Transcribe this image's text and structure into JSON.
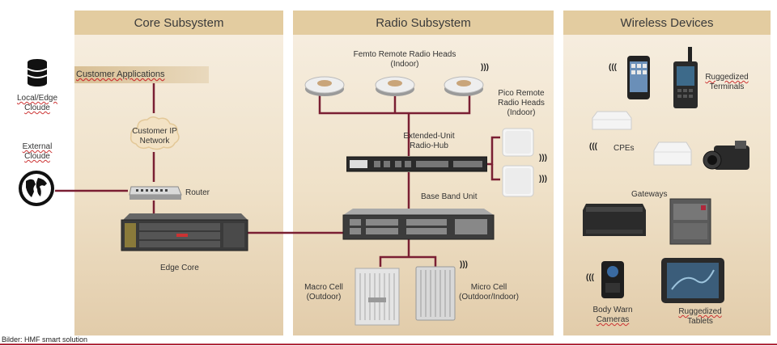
{
  "panels": {
    "core": "Core Subsystem",
    "radio": "Radio Subsystem",
    "wireless": "Wireless Devices"
  },
  "core": {
    "customer_apps": "Customer Applications",
    "local_edge": [
      "Local/Edge",
      "Cloude"
    ],
    "external": [
      "External",
      "Cloude"
    ],
    "customer_ip": [
      "Customer IP",
      "Network"
    ],
    "router": "Router",
    "edge_core": "Edge Core"
  },
  "radio": {
    "femto": [
      "Femto Remote Radio Heads",
      "(Indoor)"
    ],
    "pico": [
      "Pico Remote",
      "Radio Heads",
      "(Indoor)"
    ],
    "hub": [
      "Extended-Unit",
      "Radio-Hub"
    ],
    "bbu": "Base Band Unit",
    "macro": [
      "Macro Cell",
      "(Outdoor)"
    ],
    "micro": [
      "Micro Cell",
      "(Outdoor/Indoor)"
    ]
  },
  "wireless": {
    "terminals": [
      "Ruggedized",
      "Terminals"
    ],
    "cpes": "CPEs",
    "gateways": "Gateways",
    "cameras": [
      "Body Warn",
      "Cameras"
    ],
    "tablets": [
      "Ruggedized",
      "Tablets"
    ]
  },
  "footer": "Bilder: HMF smart solution",
  "colors": {
    "link": "#7a1f33",
    "panel_head": "#e3cca0",
    "footer_line": "#b0283b"
  }
}
